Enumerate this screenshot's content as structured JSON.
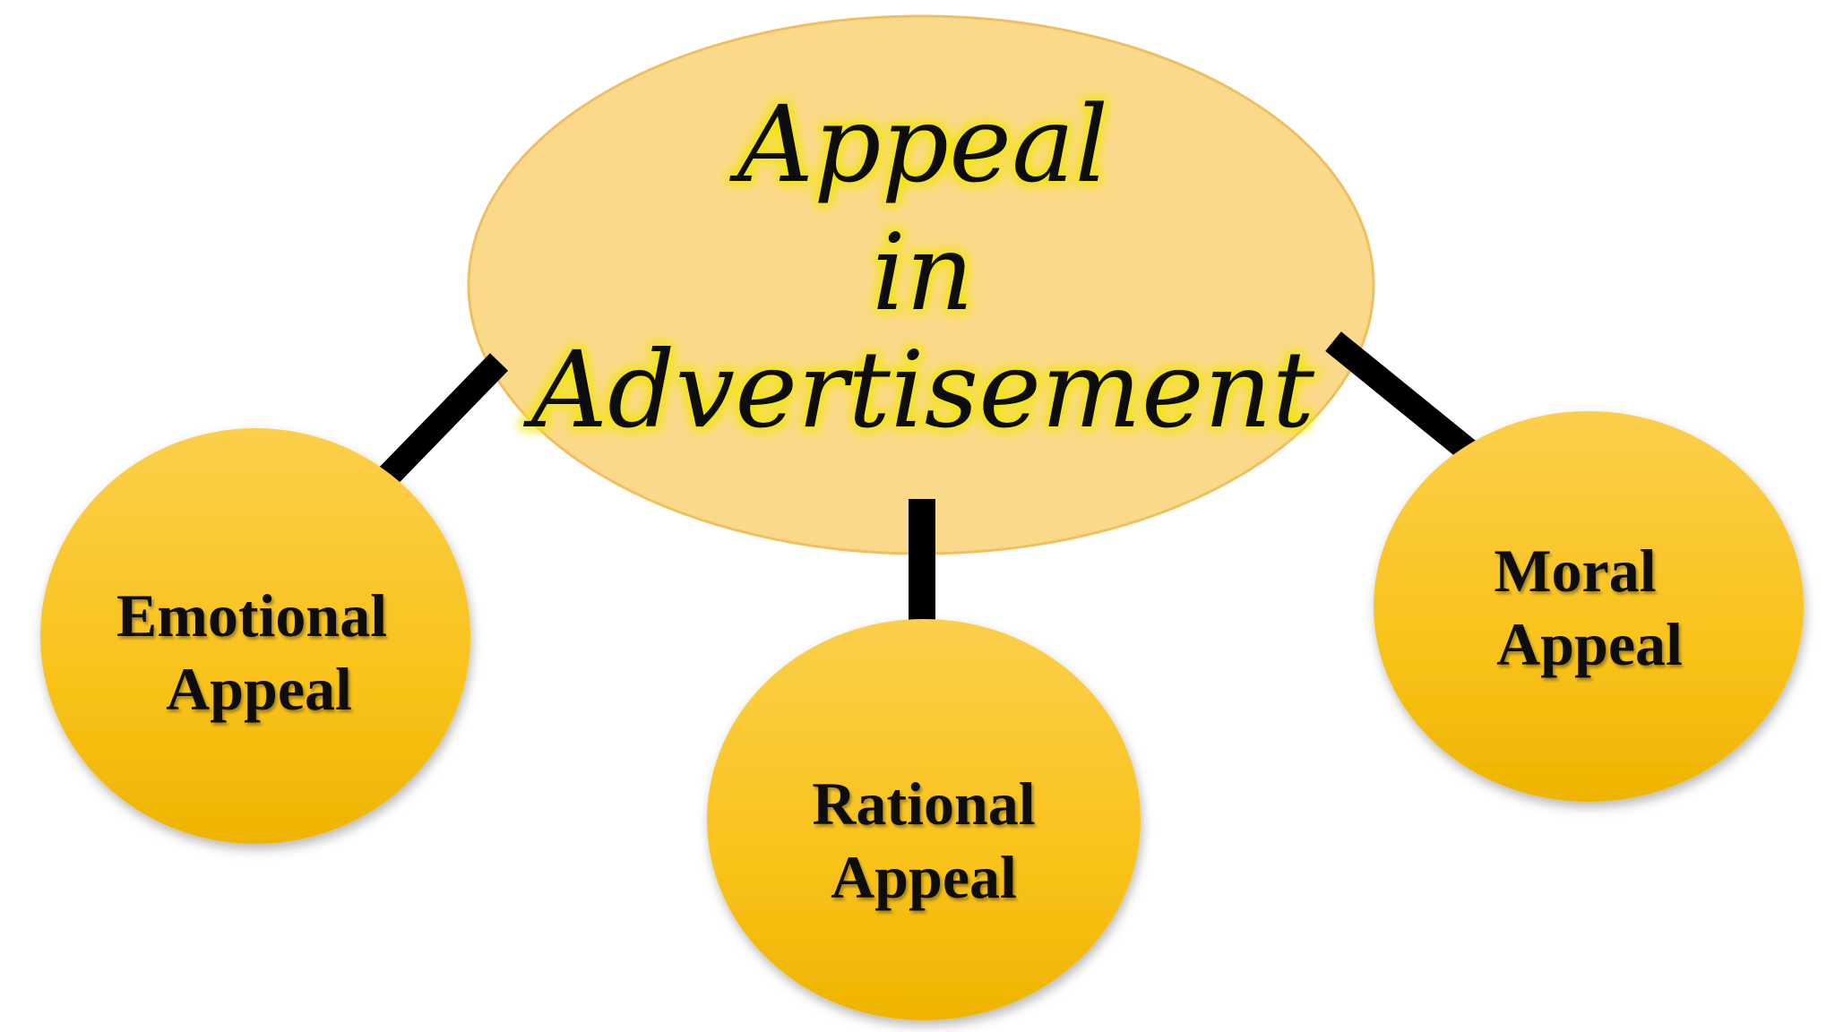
{
  "center": {
    "lines": [
      "Appeal",
      "in",
      "Advertisement"
    ]
  },
  "nodes": [
    {
      "id": "emotional",
      "lines": [
        "Emotional",
        "Appeal"
      ]
    },
    {
      "id": "rational",
      "lines": [
        "Rational",
        "Appeal"
      ]
    },
    {
      "id": "moral",
      "lines": [
        "Moral",
        "Appeal"
      ]
    }
  ],
  "colors": {
    "center_fill": "#fbd98a",
    "center_stroke": "#f0c060",
    "node_fill_top": "#fccd3f",
    "node_fill_bottom": "#f2b800",
    "arrow": "#000000",
    "text_glow": "#f2e600"
  }
}
